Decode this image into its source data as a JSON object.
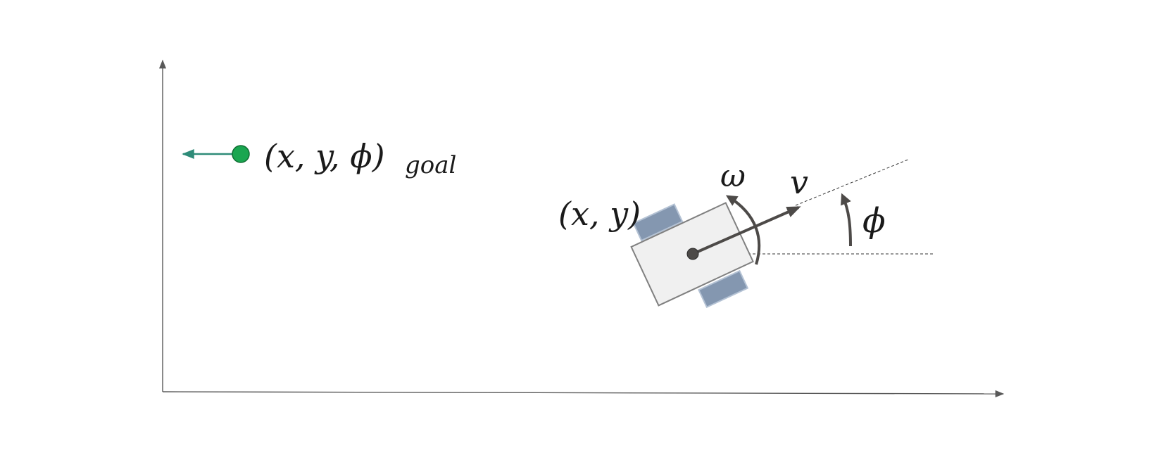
{
  "labels": {
    "goal_pose": "(x, y, ϕ)",
    "goal_subscript": "goal",
    "robot_position": "(x, y)",
    "angular_velocity": "ω",
    "linear_velocity": "v",
    "heading_angle": "ϕ"
  },
  "colors": {
    "axis": "#595959",
    "goal_marker_fill": "#1aa650",
    "goal_marker_stroke": "#0f6e33",
    "goal_arrow": "#2e8b78",
    "robot_body_fill": "#f0f0f0",
    "robot_body_stroke": "#808080",
    "wheel_fill": "#8497b0",
    "wheel_stroke": "#b4c2d4",
    "vector": "#4d4a48",
    "dashed_line": "#333333",
    "text": "#1a1a1a"
  },
  "icons": {
    "goal_marker": "filled-circle",
    "robot": "differential-drive-robot-top-view"
  }
}
